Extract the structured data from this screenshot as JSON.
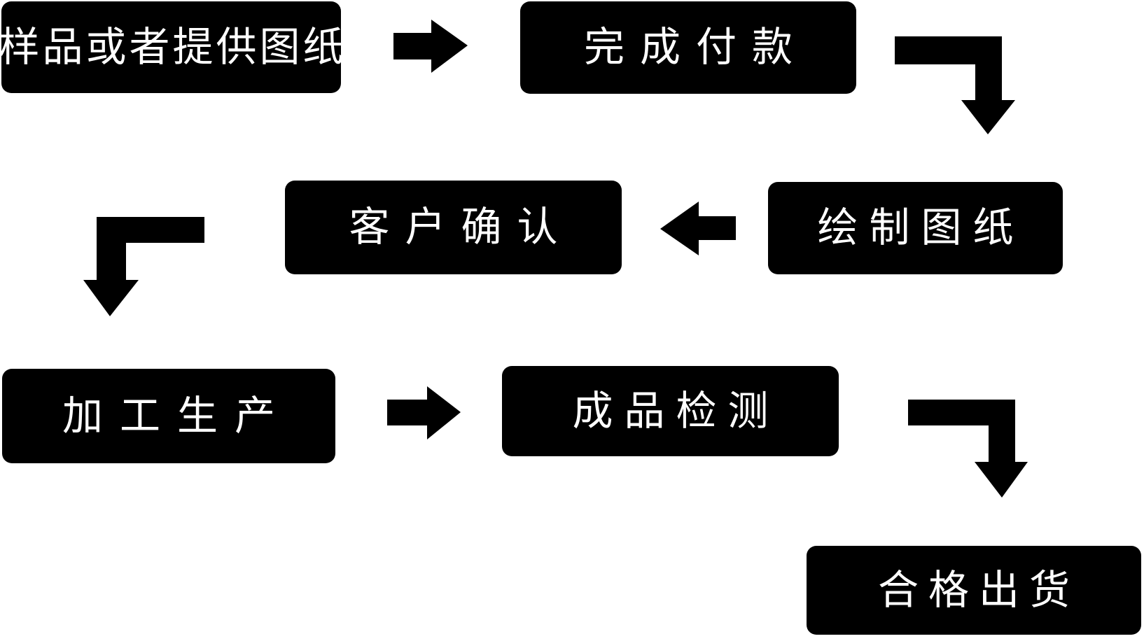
{
  "diagram": {
    "type": "flowchart",
    "background_color": "#ffffff",
    "node_fill_color": "#000000",
    "node_text_color": "#ffffff",
    "arrow_color": "#000000",
    "nodes": [
      {
        "id": "sample",
        "label": "样品或者提供图纸"
      },
      {
        "id": "payment",
        "label": "完成付款"
      },
      {
        "id": "drawing",
        "label": "绘制图纸"
      },
      {
        "id": "confirm",
        "label": "客户确认"
      },
      {
        "id": "production",
        "label": "加工生产"
      },
      {
        "id": "inspection",
        "label": "成品检测"
      },
      {
        "id": "shipment",
        "label": "合格出货"
      }
    ],
    "edges": [
      {
        "from": "sample",
        "to": "payment",
        "icon": "arrow-right-icon"
      },
      {
        "from": "payment",
        "to": "drawing",
        "icon": "arrow-elbow-right-down-icon"
      },
      {
        "from": "drawing",
        "to": "confirm",
        "icon": "arrow-left-icon"
      },
      {
        "from": "confirm",
        "to": "production",
        "icon": "arrow-elbow-left-down-icon"
      },
      {
        "from": "production",
        "to": "inspection",
        "icon": "arrow-right-icon"
      },
      {
        "from": "inspection",
        "to": "shipment",
        "icon": "arrow-elbow-right-down-icon"
      }
    ]
  }
}
